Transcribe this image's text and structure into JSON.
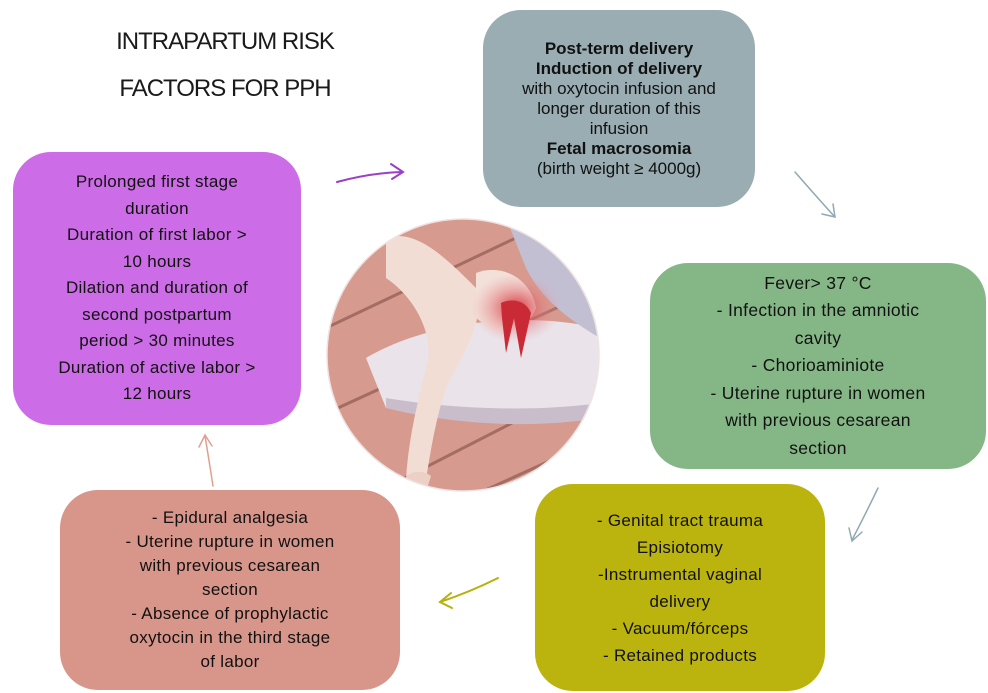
{
  "title": {
    "line1": "INTRAPARTUM RISK",
    "line2": "FACTORS FOR PPH"
  },
  "boxes": {
    "post_term": {
      "color": "#99adb3",
      "lines": [
        "Post-term delivery",
        "Induction of delivery",
        "with oxytocin infusion and",
        "longer duration of this",
        "infusion",
        "Fetal macrosomia",
        "(birth weight ≥ 4000g)"
      ]
    },
    "first_stage": {
      "color": "#cc6ce6",
      "lines": [
        "Prolonged first stage",
        "duration",
        "Duration of first labor >",
        "10 hours",
        "Dilation and duration of",
        "second postpartum",
        "period > 30 minutes",
        "Duration of active labor >",
        "12 hours"
      ]
    },
    "fever": {
      "color": "#85b786",
      "lines": [
        "Fever> 37 °C",
        "- Infection in the amniotic",
        "cavity",
        "- Chorioaminiote",
        "- Uterine rupture in women",
        "with previous cesarean",
        "section"
      ]
    },
    "genital": {
      "color": "#bbb40f",
      "lines": [
        "- Genital tract trauma",
        "Episiotomy",
        "-Instrumental vaginal",
        "delivery",
        "- Vacuum/fórceps",
        "- Retained products"
      ]
    },
    "epidural": {
      "color": "#d8968a",
      "lines": [
        "- Epidural analgesia",
        "- Uterine rupture in women",
        "with previous cesarean",
        "section",
        "- Absence of prophylactic",
        "oxytocin in the third stage",
        "of labor"
      ]
    }
  },
  "arrow_colors": {
    "first_to_postterm": "#9b3fc4",
    "postterm_to_fever": "#90a9b0",
    "fever_to_genital": "#90a9b0",
    "genital_to_epidural": "#b8b00c",
    "epidural_to_first": "#e0a090"
  }
}
